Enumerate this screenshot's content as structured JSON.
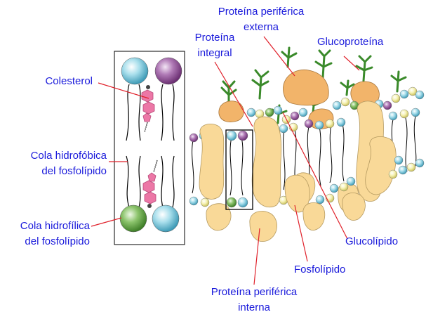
{
  "labels": {
    "colesterol": "Colesterol",
    "cola_hidrofobica_1": "Cola hidrofóbica",
    "cola_hidrofobica_2": "del fosfolípido",
    "cola_hidrofilica_1": "Cola hidrofílica",
    "cola_hidrofilica_2": "del fosfolípido",
    "proteina_periferica_externa_1": "Proteína periférica",
    "proteina_periferica_externa_2": "externa",
    "proteina_integral_1": "Proteína",
    "proteina_integral_2": "integral",
    "glucoproteina": "Glucoproteína",
    "glucolipido": "Glucolípido",
    "fosfolipido": "Fosfolípido",
    "proteina_periferica_interna_1": "Proteína periférica",
    "proteina_periferica_interna_2": "interna"
  },
  "colors": {
    "label_text": "#1a1adb",
    "leader_line": "#e0202a",
    "protein": "#f9d998",
    "protein_peripheral": "#f2b46a",
    "head_blue": "#7fc9dc",
    "head_purple": "#9a5aa0",
    "head_green": "#66a84a",
    "head_yellow": "#f2ec9a",
    "sugar_chain": "#3a8a2a",
    "cholesterol": "#ec77a6"
  }
}
